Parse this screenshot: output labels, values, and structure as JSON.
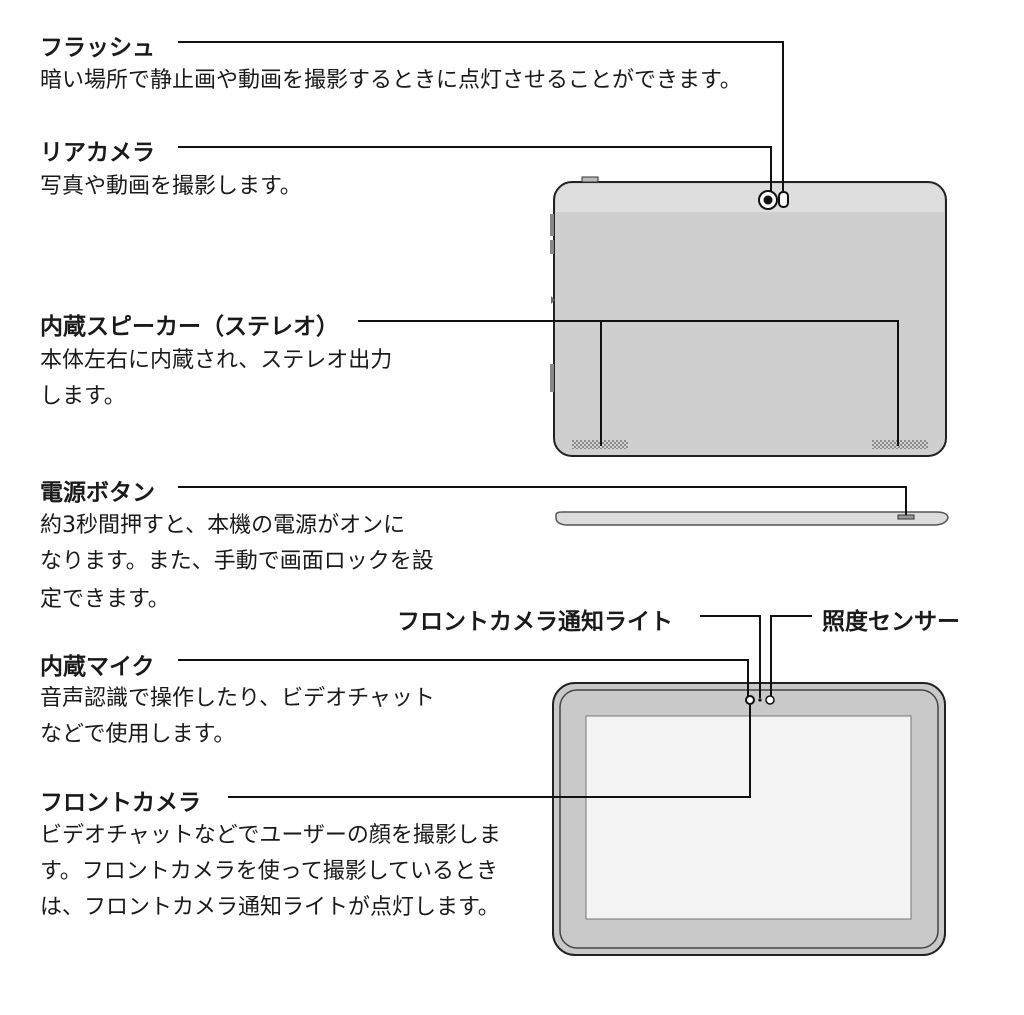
{
  "labels": {
    "flash": {
      "title": "フラッシュ",
      "desc": [
        "暗い場所で静止画や動画を撮影するときに点灯させることができます。"
      ]
    },
    "rear_camera": {
      "title": "リアカメラ",
      "desc": [
        "写真や動画を撮影します。"
      ]
    },
    "speaker": {
      "title": "内蔵スピーカー（ステレオ）",
      "desc": [
        "本体左右に内蔵され、ステレオ出力",
        "します。"
      ]
    },
    "power_button": {
      "title": "電源ボタン",
      "desc": [
        "約3秒間押すと、本機の電源がオンに",
        "なります。また、手動で画面ロックを設",
        "定できます。"
      ]
    },
    "front_light": {
      "title": "フロントカメラ通知ライト"
    },
    "light_sensor": {
      "title": "照度センサー"
    },
    "mic": {
      "title": "内蔵マイク",
      "desc": [
        "音声認識で操作したり、ビデオチャット",
        "などで使用します。"
      ]
    },
    "front_camera": {
      "title": "フロントカメラ",
      "desc": [
        "ビデオチャットなどでユーザーの顔を撮影しま",
        "す。フロントカメラを使って撮影しているとき",
        "は、フロントカメラ通知ライトが点灯します。"
      ]
    }
  }
}
